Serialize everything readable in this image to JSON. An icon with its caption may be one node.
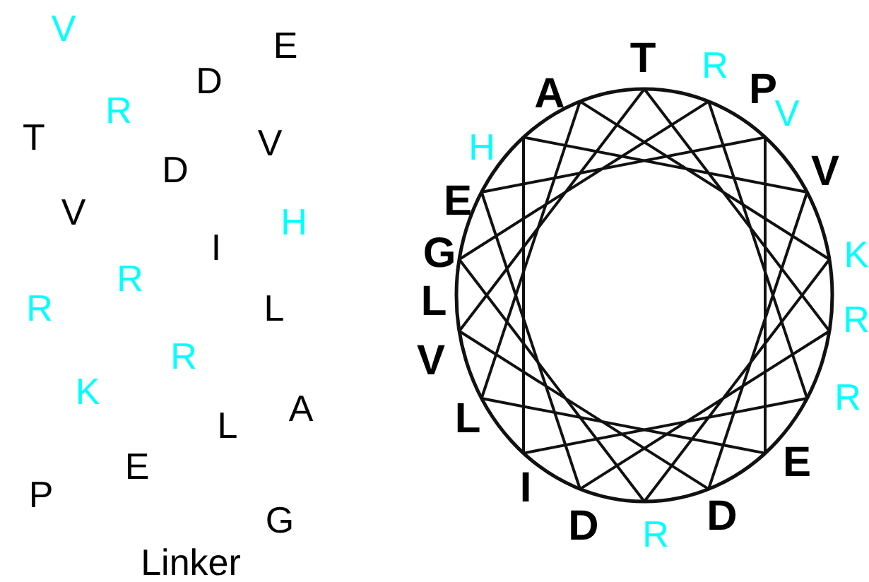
{
  "diagram": {
    "labels": [
      "V",
      "E",
      "D",
      "R",
      "T",
      "V",
      "D",
      "V",
      "H",
      "I",
      "R",
      "R",
      "L",
      "R",
      "K",
      "A",
      "L",
      "E",
      "P",
      "G",
      "Linker",
      "T",
      "R",
      "A",
      "P",
      "V",
      "H",
      "V",
      "E",
      "G",
      "K",
      "L",
      "R",
      "V",
      "R",
      "L",
      "E",
      "I",
      "D",
      "R",
      "D"
    ]
  }
}
